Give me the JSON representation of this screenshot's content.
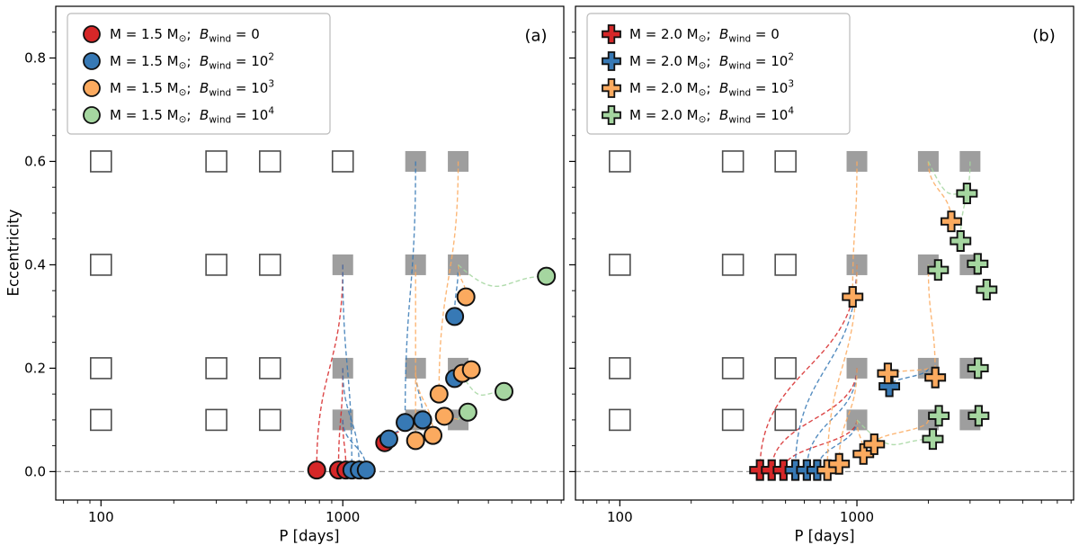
{
  "colors": {
    "red": "#d62728",
    "blue": "#3779b5",
    "orange": "#fbaa5f",
    "green": "#a5d6a0",
    "square_filled": "#9e9e9e",
    "square_edge": "#4d4d4d",
    "marker_edge": "#111111",
    "zero_line": "#999999",
    "axis": "#000000",
    "legend_edge": "#bbbbbb"
  },
  "axes": {
    "xlabel": "P [days]",
    "ylabel": "Eccentricity",
    "x_scale": "log",
    "grid": false,
    "x_range": [
      65,
      8200
    ],
    "y_range": [
      -0.055,
      0.9
    ],
    "x_major_ticks": [
      {
        "value": 100,
        "label": "100"
      },
      {
        "value": 1000,
        "label": "1000"
      }
    ],
    "y_major_ticks": [
      {
        "value": 0.0,
        "label": "0.0"
      },
      {
        "value": 0.2,
        "label": "0.2"
      },
      {
        "value": 0.4,
        "label": "0.4"
      },
      {
        "value": 0.6,
        "label": "0.6"
      },
      {
        "value": 0.8,
        "label": "0.8"
      }
    ]
  },
  "legend_template": {
    "mass_prefix": "M = ",
    "mass_suffix": " M",
    "sun_symbol": "⊙",
    "separator": ";  ",
    "b_symbol": "B",
    "b_subscript": "wind",
    "equals": " = "
  },
  "chart_data": [
    {
      "type": "scatter",
      "panel_label": "(a)",
      "marker": "circle",
      "y_tick_labels": true,
      "series": [
        {
          "key": "b0",
          "color": "red",
          "mass": "1.5",
          "bwind_base": "0",
          "bwind_exp": "",
          "points": [
            [
              780,
              0.003
            ],
            [
              960,
              0.003
            ],
            [
              1030,
              0.003
            ],
            [
              1490,
              0.056
            ]
          ]
        },
        {
          "key": "b1e2",
          "color": "blue",
          "mass": "1.5",
          "bwind_base": "10",
          "bwind_exp": "2",
          "points": [
            [
              1090,
              0.003
            ],
            [
              1170,
              0.003
            ],
            [
              1250,
              0.003
            ],
            [
              1550,
              0.063
            ],
            [
              1810,
              0.095
            ],
            [
              2140,
              0.1
            ],
            [
              2900,
              0.18
            ],
            [
              2900,
              0.3
            ]
          ]
        },
        {
          "key": "b1e3",
          "color": "orange",
          "mass": "1.5",
          "bwind_base": "10",
          "bwind_exp": "3",
          "points": [
            [
              2000,
              0.06
            ],
            [
              2360,
              0.07
            ],
            [
              2630,
              0.107
            ],
            [
              2500,
              0.15
            ],
            [
              3120,
              0.19
            ],
            [
              3400,
              0.197
            ],
            [
              3230,
              0.338
            ]
          ]
        },
        {
          "key": "b1e4",
          "color": "green",
          "mass": "1.5",
          "bwind_base": "10",
          "bwind_exp": "4",
          "points": [
            [
              3290,
              0.115
            ],
            [
              4640,
              0.155
            ],
            [
              6950,
              0.378
            ]
          ]
        }
      ],
      "squares": {
        "open": [
          [
            100,
            0.6
          ],
          [
            300,
            0.6
          ],
          [
            500,
            0.6
          ],
          [
            1000,
            0.6
          ],
          [
            100,
            0.4
          ],
          [
            300,
            0.4
          ],
          [
            500,
            0.4
          ],
          [
            100,
            0.2
          ],
          [
            300,
            0.2
          ],
          [
            500,
            0.2
          ],
          [
            100,
            0.1
          ],
          [
            300,
            0.1
          ],
          [
            500,
            0.1
          ]
        ],
        "filled": [
          [
            2000,
            0.6
          ],
          [
            3000,
            0.6
          ],
          [
            1000,
            0.4
          ],
          [
            2000,
            0.4
          ],
          [
            3000,
            0.4
          ],
          [
            1000,
            0.2
          ],
          [
            2000,
            0.2
          ],
          [
            3000,
            0.2
          ],
          [
            1000,
            0.1
          ],
          [
            2000,
            0.1
          ],
          [
            3000,
            0.1
          ]
        ]
      },
      "trajectories": [
        {
          "s": 0,
          "from": [
            1000,
            0.4
          ],
          "to": [
            780,
            0.003
          ],
          "bend": "v"
        },
        {
          "s": 0,
          "from": [
            1000,
            0.2
          ],
          "to": [
            960,
            0.003
          ],
          "bend": "v"
        },
        {
          "s": 0,
          "from": [
            1000,
            0.1
          ],
          "to": [
            1030,
            0.003
          ],
          "bend": "v"
        },
        {
          "s": 0,
          "from": [
            2000,
            0.1
          ],
          "to": [
            1490,
            0.056
          ],
          "bend": "v"
        },
        {
          "s": 1,
          "from": [
            2000,
            0.6
          ],
          "to": [
            1810,
            0.095
          ],
          "bend": "v"
        },
        {
          "s": 1,
          "from": [
            1000,
            0.4
          ],
          "to": [
            1090,
            0.003
          ],
          "bend": "v"
        },
        {
          "s": 1,
          "from": [
            1000,
            0.2
          ],
          "to": [
            1170,
            0.003
          ],
          "bend": "v"
        },
        {
          "s": 1,
          "from": [
            1000,
            0.1
          ],
          "to": [
            1250,
            0.003
          ],
          "bend": "v"
        },
        {
          "s": 1,
          "from": [
            2000,
            0.2
          ],
          "to": [
            2140,
            0.1
          ],
          "bend": "v"
        },
        {
          "s": 1,
          "from": [
            2000,
            0.1
          ],
          "to": [
            1550,
            0.063
          ],
          "bend": "v"
        },
        {
          "s": 1,
          "from": [
            3000,
            0.4
          ],
          "to": [
            2900,
            0.3
          ],
          "bend": "v"
        },
        {
          "s": 1,
          "from": [
            3000,
            0.2
          ],
          "to": [
            2900,
            0.18
          ],
          "bend": "v"
        },
        {
          "s": 2,
          "from": [
            3000,
            0.6
          ],
          "to": [
            2500,
            0.15
          ],
          "bend": "v"
        },
        {
          "s": 2,
          "from": [
            2000,
            0.4
          ],
          "to": [
            2000,
            0.06
          ],
          "bend": "v"
        },
        {
          "s": 2,
          "from": [
            2000,
            0.2
          ],
          "to": [
            2360,
            0.07
          ],
          "bend": "v"
        },
        {
          "s": 2,
          "from": [
            3000,
            0.2
          ],
          "to": [
            3120,
            0.19
          ],
          "bend": "v"
        },
        {
          "s": 2,
          "from": [
            3000,
            0.1
          ],
          "to": [
            2630,
            0.107
          ],
          "bend": "v"
        },
        {
          "s": 2,
          "from": [
            3000,
            0.4
          ],
          "to": [
            3230,
            0.338
          ],
          "bend": "v"
        },
        {
          "s": 3,
          "from": [
            3000,
            0.1
          ],
          "to": [
            3290,
            0.115
          ],
          "bend": "v"
        },
        {
          "s": 3,
          "from": [
            3000,
            0.2
          ],
          "to": [
            4640,
            0.155
          ],
          "bend": "h"
        },
        {
          "s": 3,
          "from": [
            3000,
            0.4
          ],
          "to": [
            6950,
            0.378
          ],
          "bend": "h"
        }
      ],
      "zero_line_y": 0.0
    },
    {
      "type": "scatter",
      "panel_label": "(b)",
      "marker": "plus",
      "y_tick_labels": false,
      "series": [
        {
          "key": "b0",
          "color": "red",
          "mass": "2.0",
          "bwind_base": "0",
          "bwind_exp": "",
          "points": [
            [
              390,
              0.003
            ],
            [
              437,
              0.003
            ],
            [
              490,
              0.003
            ]
          ]
        },
        {
          "key": "b1e2",
          "color": "blue",
          "mass": "2.0",
          "bwind_base": "10",
          "bwind_exp": "2",
          "points": [
            [
              550,
              0.003
            ],
            [
              615,
              0.003
            ],
            [
              680,
              0.003
            ],
            [
              1370,
              0.165
            ]
          ]
        },
        {
          "key": "b1e3",
          "color": "orange",
          "mass": "2.0",
          "bwind_base": "10",
          "bwind_exp": "3",
          "points": [
            [
              751,
              0.003
            ],
            [
              841,
              0.015
            ],
            [
              1065,
              0.034
            ],
            [
              1183,
              0.053
            ],
            [
              1350,
              0.19
            ],
            [
              2140,
              0.182
            ],
            [
              959,
              0.338
            ],
            [
              2500,
              0.484
            ]
          ]
        },
        {
          "key": "b1e4",
          "color": "green",
          "mass": "2.0",
          "bwind_base": "10",
          "bwind_exp": "4",
          "points": [
            [
              2910,
              0.538
            ],
            [
              2735,
              0.446
            ],
            [
              3230,
              0.402
            ],
            [
              3525,
              0.352
            ],
            [
              2200,
              0.39
            ],
            [
              3240,
              0.2
            ],
            [
              2215,
              0.108
            ],
            [
              3260,
              0.108
            ],
            [
              2090,
              0.063
            ]
          ]
        }
      ],
      "squares": {
        "open": [
          [
            100,
            0.6
          ],
          [
            300,
            0.6
          ],
          [
            500,
            0.6
          ],
          [
            100,
            0.4
          ],
          [
            300,
            0.4
          ],
          [
            500,
            0.4
          ],
          [
            100,
            0.2
          ],
          [
            300,
            0.2
          ],
          [
            500,
            0.2
          ],
          [
            100,
            0.1
          ],
          [
            300,
            0.1
          ],
          [
            500,
            0.1
          ]
        ],
        "filled": [
          [
            1000,
            0.6
          ],
          [
            2000,
            0.6
          ],
          [
            3000,
            0.6
          ],
          [
            1000,
            0.4
          ],
          [
            2000,
            0.4
          ],
          [
            3000,
            0.4
          ],
          [
            1000,
            0.2
          ],
          [
            2000,
            0.2
          ],
          [
            3000,
            0.2
          ],
          [
            1000,
            0.1
          ],
          [
            2000,
            0.1
          ],
          [
            3000,
            0.1
          ]
        ]
      },
      "trajectories": [
        {
          "s": 0,
          "from": [
            1000,
            0.4
          ],
          "to": [
            390,
            0.003
          ],
          "bend": "v"
        },
        {
          "s": 0,
          "from": [
            1000,
            0.2
          ],
          "to": [
            437,
            0.003
          ],
          "bend": "v"
        },
        {
          "s": 0,
          "from": [
            1000,
            0.1
          ],
          "to": [
            490,
            0.003
          ],
          "bend": "v"
        },
        {
          "s": 1,
          "from": [
            1000,
            0.4
          ],
          "to": [
            550,
            0.003
          ],
          "bend": "v"
        },
        {
          "s": 1,
          "from": [
            1000,
            0.2
          ],
          "to": [
            615,
            0.003
          ],
          "bend": "v"
        },
        {
          "s": 1,
          "from": [
            1000,
            0.1
          ],
          "to": [
            680,
            0.003
          ],
          "bend": "v"
        },
        {
          "s": 1,
          "from": [
            2000,
            0.2
          ],
          "to": [
            1370,
            0.165
          ],
          "bend": "v"
        },
        {
          "s": 2,
          "from": [
            1000,
            0.6
          ],
          "to": [
            959,
            0.338
          ],
          "bend": "v"
        },
        {
          "s": 2,
          "from": [
            2000,
            0.6
          ],
          "to": [
            2500,
            0.484
          ],
          "bend": "v"
        },
        {
          "s": 2,
          "from": [
            1000,
            0.4
          ],
          "to": [
            751,
            0.003
          ],
          "bend": "v"
        },
        {
          "s": 2,
          "from": [
            1000,
            0.2
          ],
          "to": [
            841,
            0.015
          ],
          "bend": "v"
        },
        {
          "s": 2,
          "from": [
            1000,
            0.1
          ],
          "to": [
            1065,
            0.034
          ],
          "bend": "v"
        },
        {
          "s": 2,
          "from": [
            2000,
            0.4
          ],
          "to": [
            2140,
            0.182
          ],
          "bend": "v"
        },
        {
          "s": 2,
          "from": [
            2000,
            0.2
          ],
          "to": [
            1350,
            0.19
          ],
          "bend": "v"
        },
        {
          "s": 2,
          "from": [
            2000,
            0.1
          ],
          "to": [
            1183,
            0.053
          ],
          "bend": "v"
        },
        {
          "s": 3,
          "from": [
            2000,
            0.6
          ],
          "to": [
            2910,
            0.538
          ],
          "bend": "h"
        },
        {
          "s": 3,
          "from": [
            3000,
            0.6
          ],
          "to": [
            2735,
            0.446
          ],
          "bend": "v"
        },
        {
          "s": 3,
          "from": [
            2000,
            0.4
          ],
          "to": [
            2200,
            0.39
          ],
          "bend": "v"
        },
        {
          "s": 3,
          "from": [
            3000,
            0.4
          ],
          "to": [
            3230,
            0.402
          ],
          "bend": "v"
        },
        {
          "s": 3,
          "from": [
            3000,
            0.2
          ],
          "to": [
            3240,
            0.2
          ],
          "bend": "v"
        },
        {
          "s": 3,
          "from": [
            2000,
            0.1
          ],
          "to": [
            2215,
            0.108
          ],
          "bend": "v"
        },
        {
          "s": 3,
          "from": [
            3000,
            0.1
          ],
          "to": [
            3260,
            0.108
          ],
          "bend": "v"
        },
        {
          "s": 3,
          "from": [
            1000,
            0.1
          ],
          "to": [
            2090,
            0.063
          ],
          "bend": "h"
        }
      ],
      "zero_line_y": 0.0
    }
  ]
}
